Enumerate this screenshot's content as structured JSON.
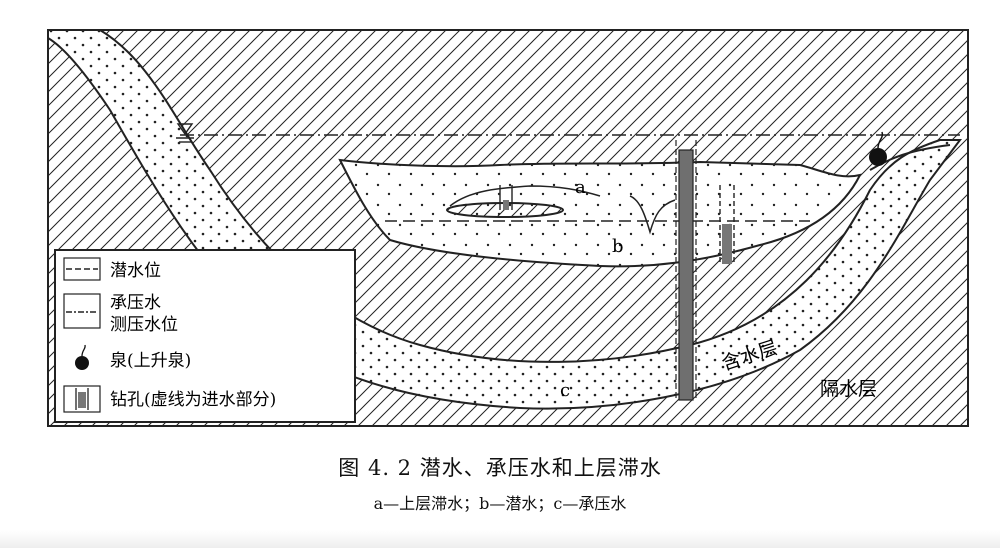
{
  "figure": {
    "title": "图 4. 2   潜水、承压水和上层滞水",
    "subtitle": "a—上层滞水；b—潜水；c—承压水"
  },
  "labels": {
    "a": "a",
    "b": "b",
    "c": "c",
    "aquifer": "含水层",
    "aquitard": "隔水层"
  },
  "legend": {
    "items": [
      {
        "label": "潜水位"
      },
      {
        "label": "承压水"
      },
      {
        "label": "测压水位"
      },
      {
        "label": "泉(上升泉)"
      },
      {
        "label": "钻孔(虚线为进水部分)"
      }
    ]
  }
}
